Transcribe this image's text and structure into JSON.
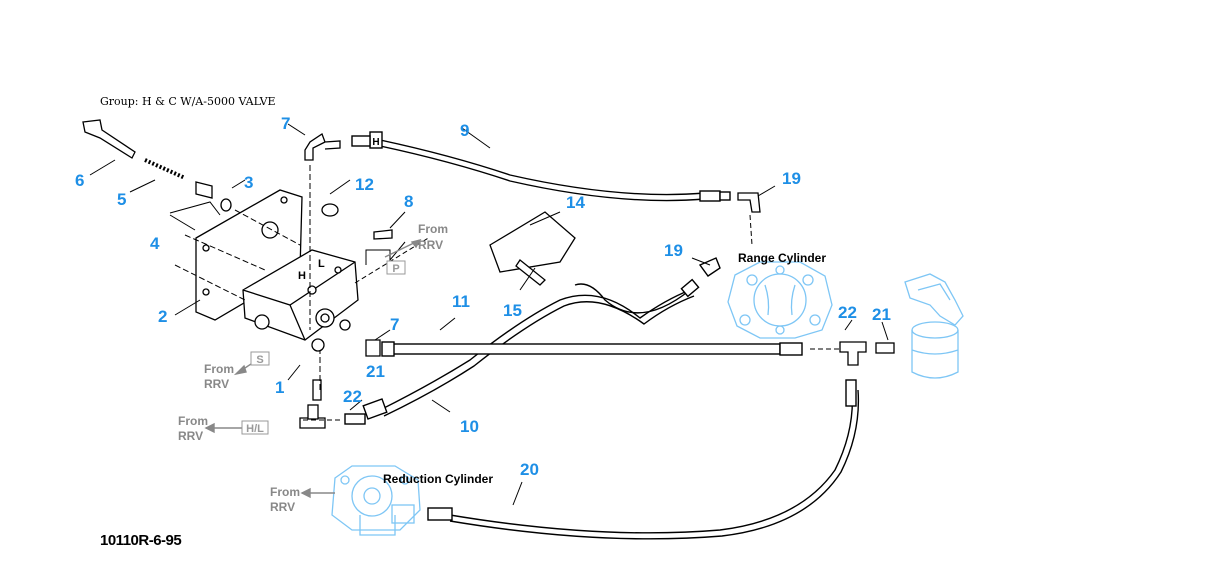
{
  "group_label": "Group: H & C W/A-5000 VALVE",
  "doc_id": "10110R-6-95",
  "colors": {
    "callout": "#1e8fe6",
    "ghost_part": "#7ec6f5",
    "line": "#000000",
    "note": "#888888"
  },
  "callouts": {
    "c1": "1",
    "c2": "2",
    "c3": "3",
    "c4": "4",
    "c5": "5",
    "c6": "6",
    "c7a": "7",
    "c7b": "7",
    "c8": "8",
    "c9": "9",
    "c10": "10",
    "c11": "11",
    "c12": "12",
    "c14": "14",
    "c15": "15",
    "c19a": "19",
    "c19b": "19",
    "c20": "20",
    "c21a": "21",
    "c21b": "21",
    "c22a": "22",
    "c22b": "22"
  },
  "cylinders": {
    "range": "Range Cylinder",
    "reduction": "Reduction Cylinder"
  },
  "notes": {
    "from_word": "From",
    "rrv_word": "RRV"
  },
  "port_tags": {
    "p": "P",
    "s": "S",
    "hl": "H/L",
    "h_fitting": "H",
    "valve_h": "H",
    "valve_l": "L"
  }
}
